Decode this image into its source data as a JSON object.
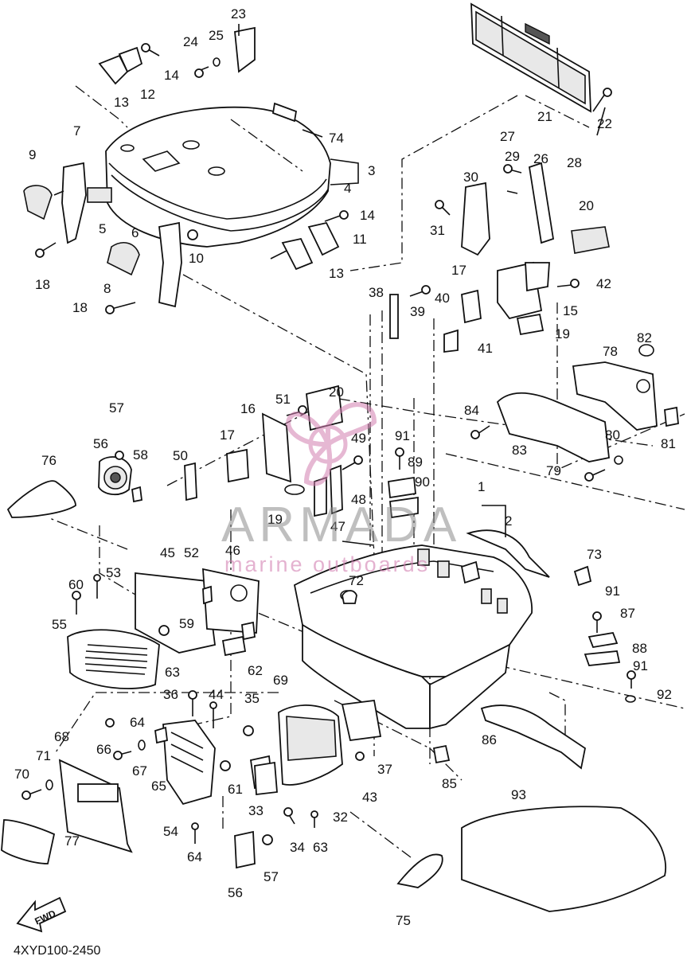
{
  "diagram": {
    "drawing_code": "4XYD100-2450",
    "direction_marker": "FWD",
    "watermark": {
      "brand": "ARMADA",
      "tagline": "marine outboards"
    },
    "part_labels": [
      "1",
      "2",
      "3",
      "4",
      "5",
      "6",
      "7",
      "8",
      "9",
      "10",
      "11",
      "12",
      "13",
      "13",
      "14",
      "14",
      "15",
      "16",
      "17",
      "17",
      "18",
      "18",
      "19",
      "19",
      "20",
      "20",
      "21",
      "22",
      "23",
      "24",
      "25",
      "26",
      "27",
      "28",
      "29",
      "30",
      "31",
      "32",
      "33",
      "34",
      "35",
      "36",
      "37",
      "38",
      "39",
      "40",
      "41",
      "42",
      "43",
      "44",
      "45",
      "46",
      "47",
      "48",
      "49",
      "50",
      "51",
      "52",
      "53",
      "54",
      "55",
      "56",
      "56",
      "57",
      "57",
      "58",
      "59",
      "60",
      "61",
      "62",
      "63",
      "63",
      "64",
      "64",
      "65",
      "66",
      "67",
      "68",
      "69",
      "70",
      "71",
      "72",
      "73",
      "74",
      "75",
      "76",
      "77",
      "78",
      "79",
      "80",
      "81",
      "82",
      "83",
      "84",
      "85",
      "86",
      "87",
      "88",
      "89",
      "90",
      "91",
      "91",
      "91",
      "92",
      "93"
    ]
  }
}
